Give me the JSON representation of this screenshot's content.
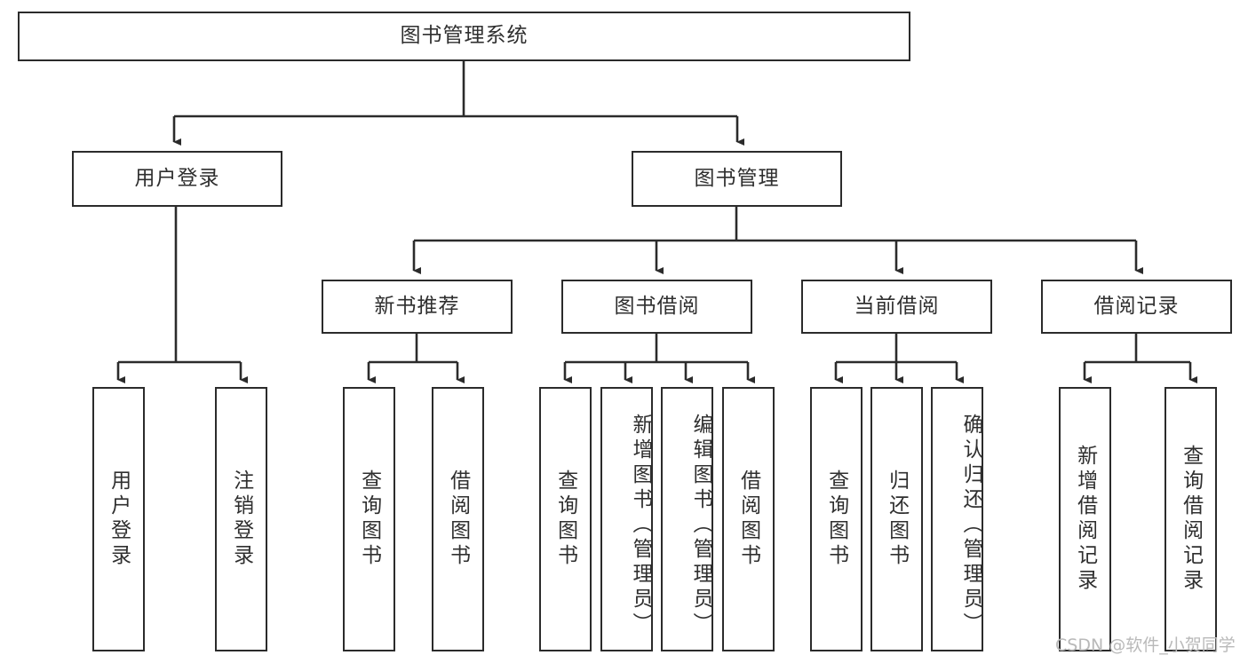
{
  "diagram": {
    "title": "图书管理系统",
    "type": "tree",
    "root": {
      "label": "图书管理系统"
    },
    "level2": [
      {
        "label": "用户登录"
      },
      {
        "label": "图书管理"
      }
    ],
    "level3": [
      {
        "label": "新书推荐"
      },
      {
        "label": "图书借阅"
      },
      {
        "label": "当前借阅"
      },
      {
        "label": "借阅记录"
      }
    ],
    "leaves": {
      "user_login": [
        {
          "label": "用户登录"
        },
        {
          "label": "注销登录"
        }
      ],
      "new_book_rec": [
        {
          "label": "查询图书"
        },
        {
          "label": "借阅图书"
        }
      ],
      "book_borrow": [
        {
          "label": "查询图书"
        },
        {
          "label": "新增图书（管理员）"
        },
        {
          "label": "编辑图书（管理员）"
        },
        {
          "label": "借阅图书"
        }
      ],
      "current_borrow": [
        {
          "label": "查询图书"
        },
        {
          "label": "归还图书"
        },
        {
          "label": "确认归还（管理员）"
        }
      ],
      "borrow_record": [
        {
          "label": "新增借阅记录"
        },
        {
          "label": "查询借阅记录"
        }
      ]
    }
  },
  "watermark": {
    "text": "CSDN @软件_小贺同学"
  },
  "colors": {
    "border": "#2b2b2b",
    "text": "#2f2f2f",
    "background": "#ffffff",
    "watermark": "#b9b9b9"
  }
}
